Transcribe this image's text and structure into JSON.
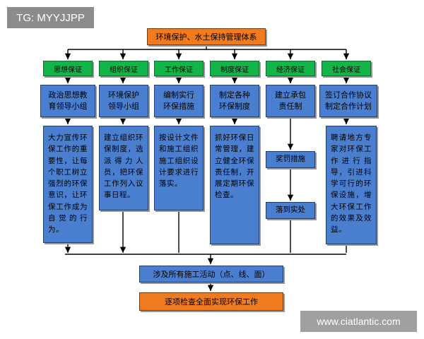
{
  "watermark_left": "TG: MYYJJPP",
  "watermark_right": "www.ciatlantic.com",
  "top": "环境保护、水土保持管理体系",
  "categories": [
    "思想保证",
    "组织保证",
    "工作保证",
    "制度保证",
    "经济保证",
    "社会保证"
  ],
  "level2": [
    "政治思想教\n育领导小组",
    "环境保护\n领导小组",
    "编制实行\n环保措施",
    "制定各种\n环保制度",
    "建立承包\n责任制",
    "签订合作协议\n制定合作计划"
  ],
  "level3": [
    "大力宣传环保工作的重要性，让每个职工树立强烈的环保意识，让环保工作成为自觉的行为。",
    "建立组织环保制度，选派得力人员，把环保工作列入议事日程。",
    "按设计文件和施工组织施工组织设计要求进行落实。",
    "抓好环保日常管理，建立健全环保责任制，开展定期环保检查。",
    "",
    "聘请地方专家对环保工作进行指导，引进科学可行的环保设施，增大环保工作的效果及效益。"
  ],
  "economic_steps": [
    "奖罚措施",
    "落到实处"
  ],
  "bottom_blue": "涉及所有施工活动（点、线、面）",
  "bottom_orange": "逐项检查全面实现环保工作"
}
